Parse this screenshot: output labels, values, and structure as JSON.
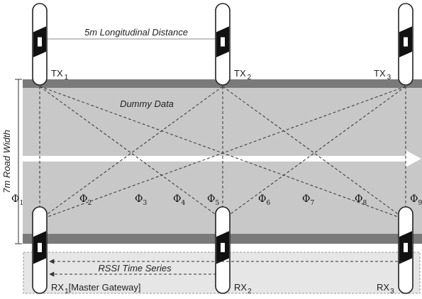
{
  "labels": {
    "longitudinal_distance": "5m Longitudinal Distance",
    "road_width": "7m Road Width",
    "dummy_data": "Dummy Data",
    "rssi_time_series": "RSSI Time Series",
    "master_gateway": "[Master Gateway]"
  },
  "transmitters": [
    {
      "name": "TX",
      "index": "1"
    },
    {
      "name": "TX",
      "index": "2"
    },
    {
      "name": "TX",
      "index": "3"
    }
  ],
  "receivers": [
    {
      "name": "RX",
      "index": "1"
    },
    {
      "name": "RX",
      "index": "2"
    },
    {
      "name": "RX",
      "index": "3"
    }
  ],
  "links": [
    {
      "symbol": "Φ",
      "index": "1",
      "from": 0,
      "to": 0
    },
    {
      "symbol": "Φ",
      "index": "2",
      "from": 1,
      "to": 0
    },
    {
      "symbol": "Φ",
      "index": "3",
      "from": 2,
      "to": 0
    },
    {
      "symbol": "Φ",
      "index": "4",
      "from": 0,
      "to": 1
    },
    {
      "symbol": "Φ",
      "index": "5",
      "from": 1,
      "to": 1
    },
    {
      "symbol": "Φ",
      "index": "6",
      "from": 2,
      "to": 1
    },
    {
      "symbol": "Φ",
      "index": "7",
      "from": 0,
      "to": 2
    },
    {
      "symbol": "Φ",
      "index": "8",
      "from": 1,
      "to": 2
    },
    {
      "symbol": "Φ",
      "index": "9",
      "from": 2,
      "to": 2
    }
  ],
  "colors": {
    "road": "#c8c8c8",
    "road_edge": "#7a7a7a",
    "lane_arrow": "#ffffff",
    "gateway_strip": "#e6e6e6",
    "dashed_line": "#333333",
    "post_fill": "#ffffff",
    "post_band": "#111111"
  }
}
